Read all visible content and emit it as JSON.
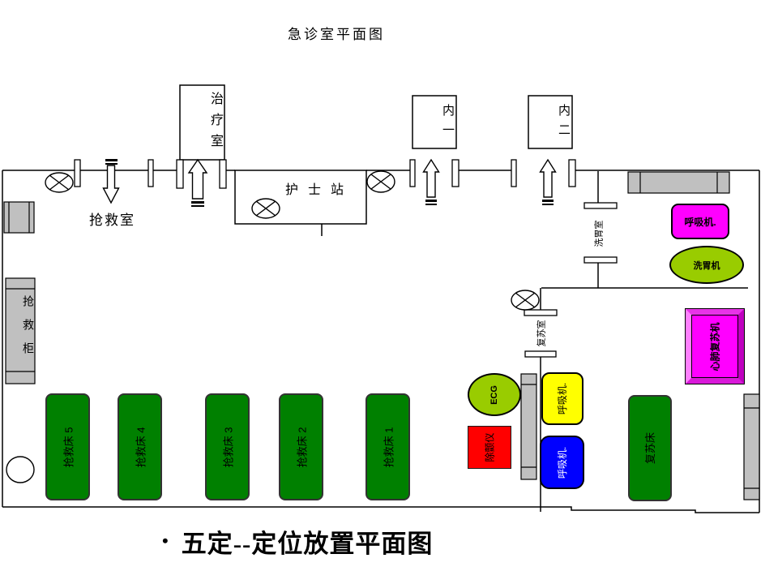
{
  "title": "急诊室平面图",
  "caption": {
    "bullet": "•",
    "text": "五定--定位放置平面图"
  },
  "rooms": {
    "treatment": {
      "label": "治疗室"
    },
    "nurse_station": {
      "label": "护 士 站"
    },
    "rescue_room": {
      "label": "抢救室"
    },
    "internal_1": {
      "label": "内一"
    },
    "internal_2": {
      "label": "内二"
    },
    "gastric_lavage_room": {
      "label": "洗胃室"
    },
    "resuscitation_room": {
      "label": "复苏室"
    },
    "rescue_cabinet": {
      "label": "抢救柜"
    }
  },
  "equipment": [
    {
      "id": "ventilator-top",
      "label": "呼吸机.",
      "color": "#FF00FF",
      "text_color": "#000000"
    },
    {
      "id": "lavage-machine",
      "label": "洗胃机",
      "color": "#99CC00",
      "text_color": "#000000"
    },
    {
      "id": "cpr-machine",
      "label": "心肺复苏机",
      "color": "#FF00FF",
      "frame_color": "#FF80FF",
      "text_color": "#1a001a"
    },
    {
      "id": "ecg-monitor",
      "label": "ECG",
      "color": "#99CC00",
      "text_color": "#000000"
    },
    {
      "id": "defibrillator",
      "label": "除颤仪",
      "color": "#FF0000",
      "text_color": "#000000"
    },
    {
      "id": "ventilator-yellow",
      "label": "呼吸机.",
      "color": "#FFFF00",
      "text_color": "#000000"
    },
    {
      "id": "ventilator-blue",
      "label": "呼吸机.",
      "color": "#0000FF",
      "text_color": "#FFFFFF"
    }
  ],
  "beds": [
    {
      "id": "rescue-bed-5",
      "label": "抢救床 5",
      "color": "#008000"
    },
    {
      "id": "rescue-bed-4",
      "label": "抢救床 4",
      "color": "#008000"
    },
    {
      "id": "rescue-bed-3",
      "label": "抢救床 3",
      "color": "#008000"
    },
    {
      "id": "rescue-bed-2",
      "label": "抢救床 2",
      "color": "#008000"
    },
    {
      "id": "rescue-bed-1",
      "label": "抢救床 1",
      "color": "#008000"
    },
    {
      "id": "resuscitation-bed",
      "label": "复苏床",
      "color": "#008000"
    }
  ],
  "colors": {
    "wall": "#000000",
    "furniture_gray": "#C0C0C0",
    "background": "#FFFFFF"
  }
}
